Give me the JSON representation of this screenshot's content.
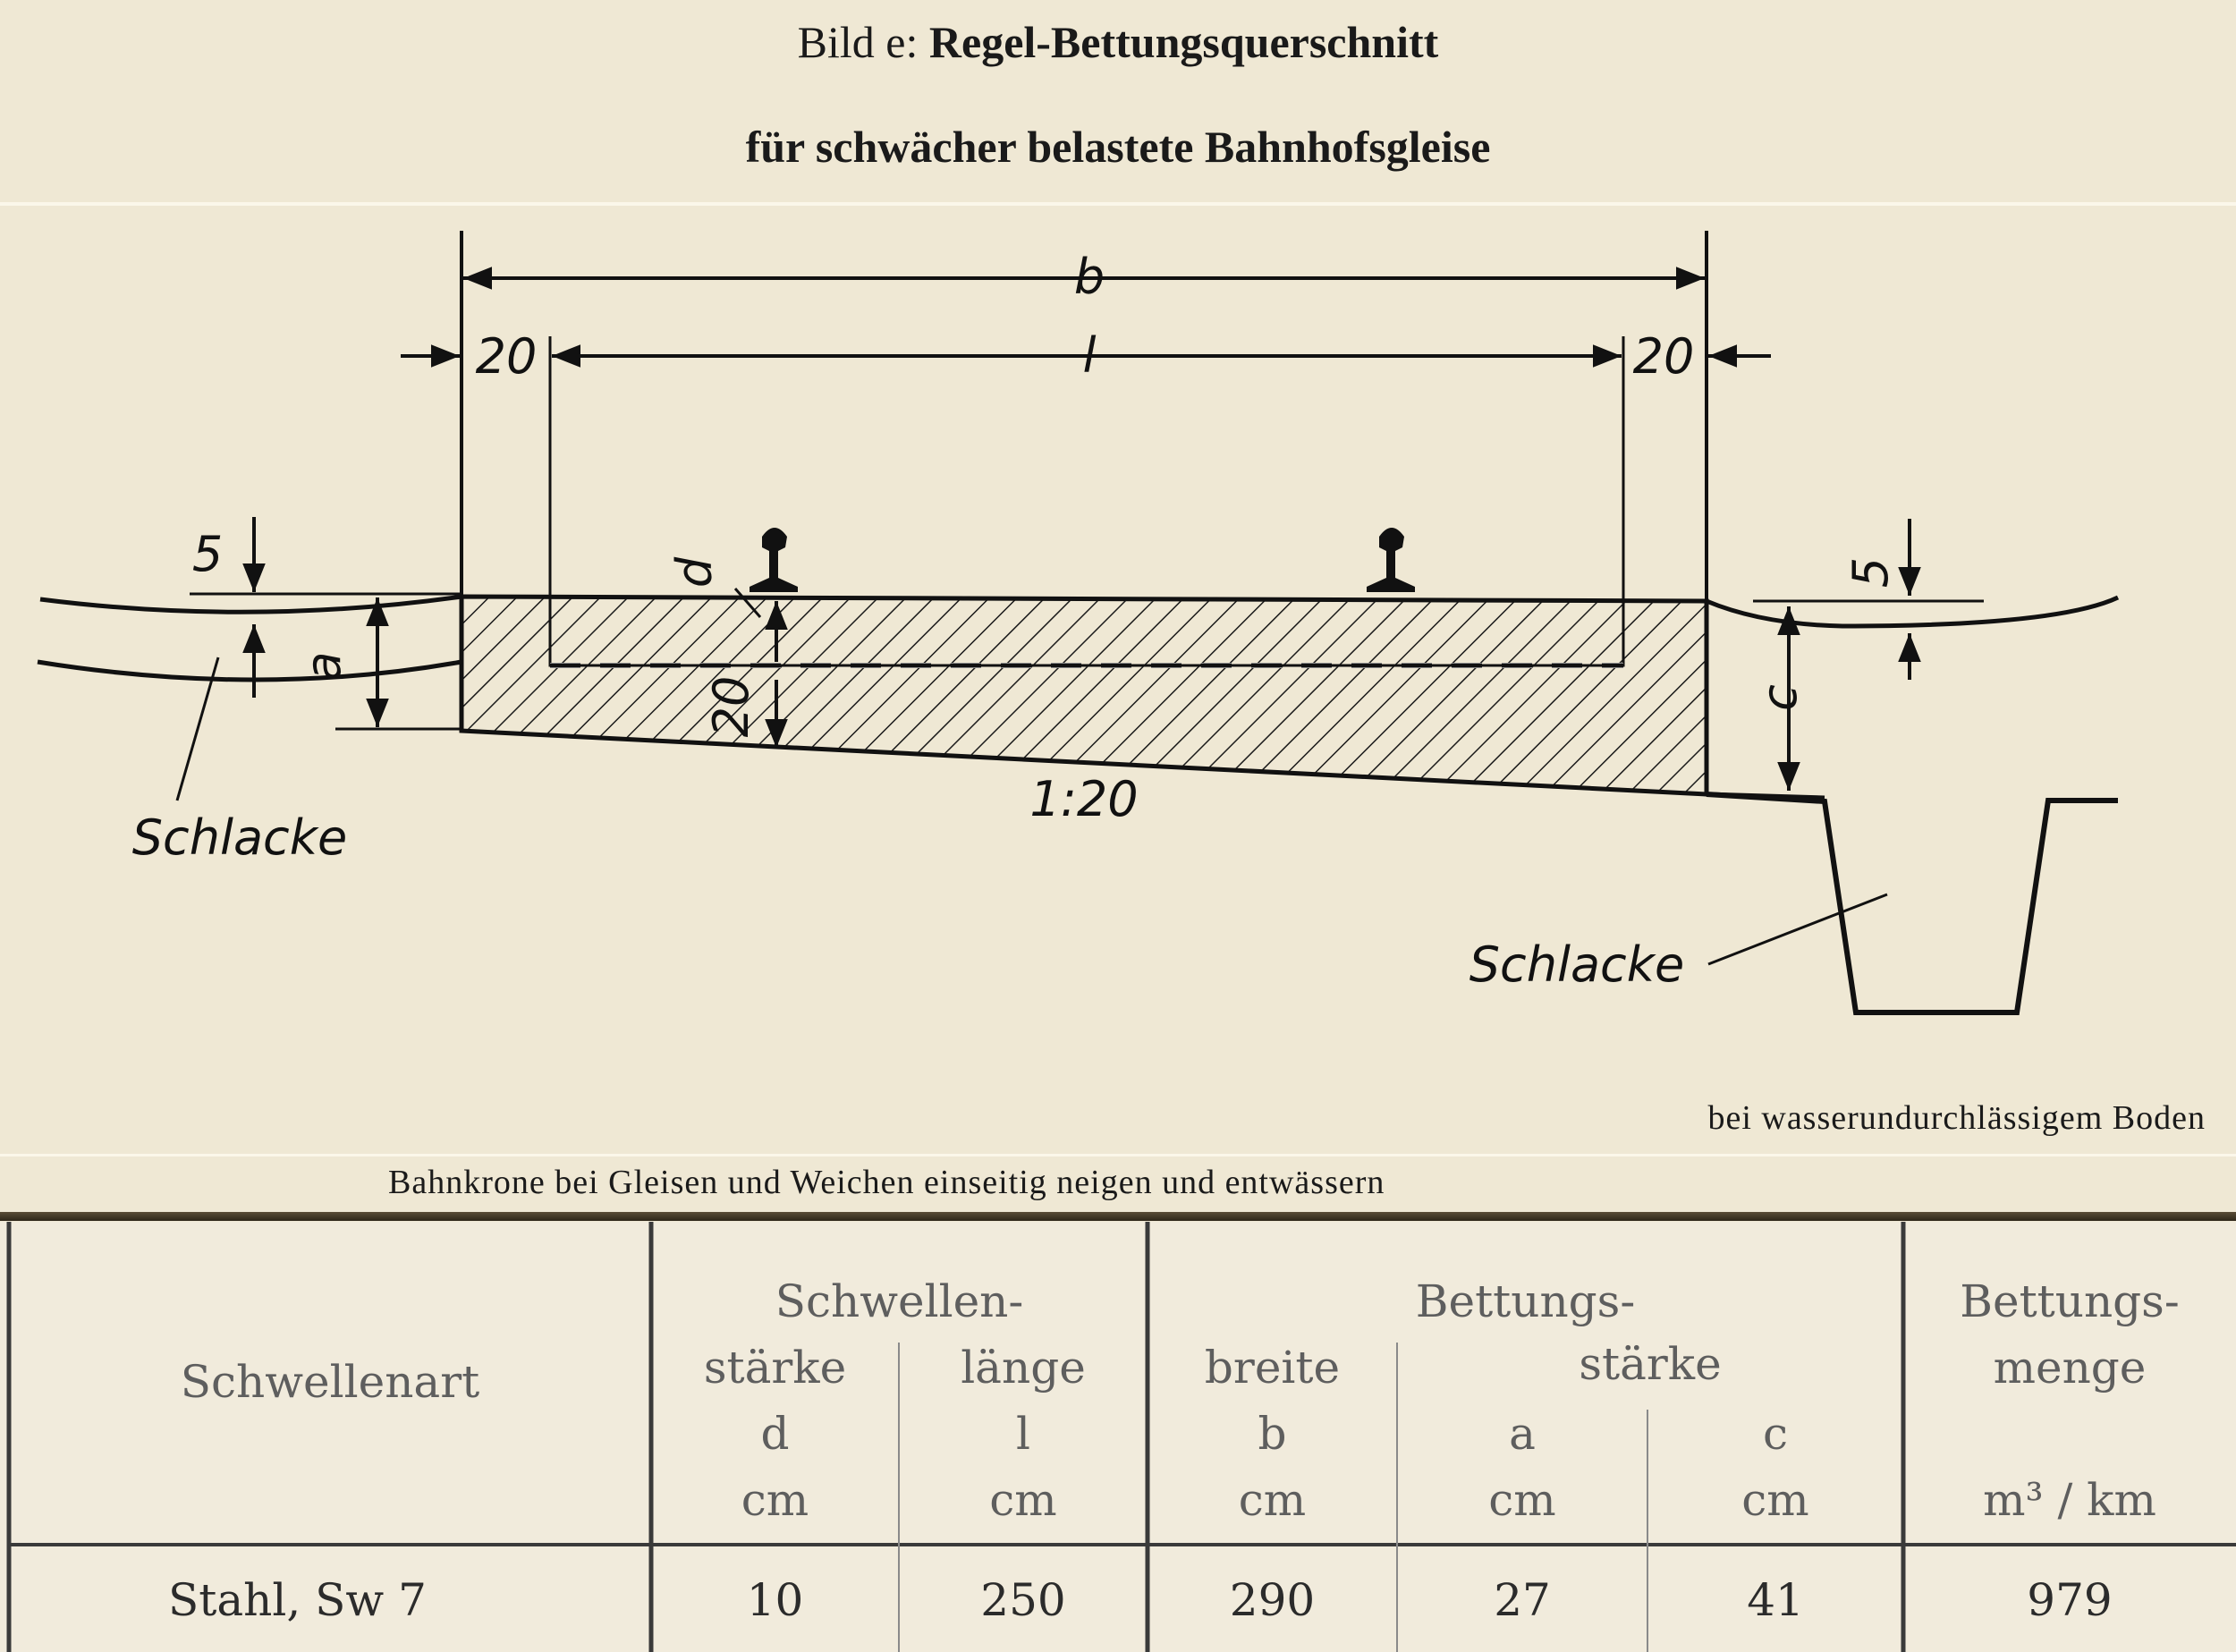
{
  "caption": {
    "prefix": "Bild e:",
    "title": "Regel-Bettungsquerschnitt",
    "subtitle": "für schwächer belastete Bahnhofsgleise"
  },
  "diagram": {
    "label_b": "b",
    "label_l": "l",
    "label_20_left": "20",
    "label_20_right": "20",
    "label_5_left": "5",
    "label_5_right": "5",
    "label_a": "a",
    "label_c": "c",
    "label_d": "d",
    "label_20_depth": "20",
    "label_slope": "1:20",
    "label_schlacke_left": "Schlacke",
    "label_schlacke_right": "Schlacke"
  },
  "notes": {
    "right": "bei wasserundurchlässigem Boden",
    "bottom": "Bahnkrone bei Gleisen und Weichen einseitig neigen und entwässern"
  },
  "table": {
    "col_type": "Schwellenart",
    "group_schwellen": "Schwellen-",
    "group_bettung": "Bettungs-",
    "col_staerke": "stärke",
    "col_laenge": "länge",
    "col_breite": "breite",
    "col_bstaerke": "stärke",
    "col_menge_1": "Bettungs-",
    "col_menge_2": "menge",
    "sym_d": "d",
    "sym_l": "l",
    "sym_b": "b",
    "sym_a": "a",
    "sym_c": "c",
    "unit_cm": "cm",
    "unit_menge": "m³ / km",
    "rows": [
      {
        "type": "Stahl, Sw 7",
        "d": "10",
        "l": "250",
        "b": "290",
        "a": "27",
        "c": "41",
        "menge": "979"
      }
    ]
  }
}
